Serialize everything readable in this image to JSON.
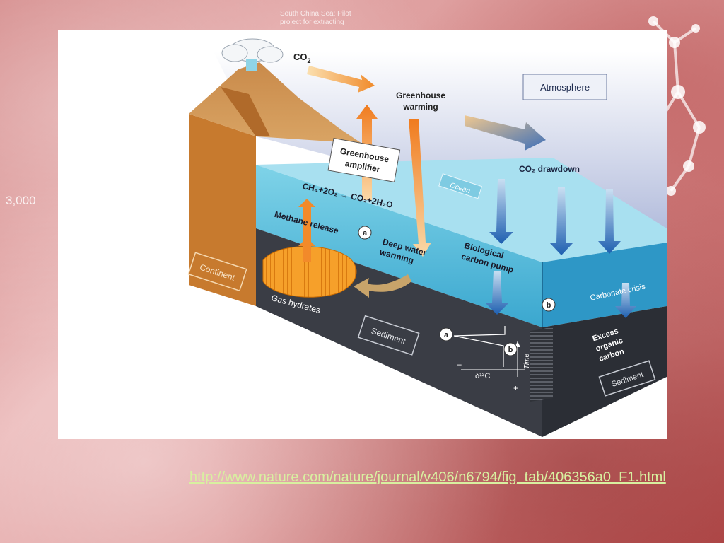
{
  "background": {
    "caption_line1": "South China Sea: Pilot",
    "caption_line2": "project for extracting",
    "side_number": "3,000"
  },
  "diagram": {
    "co2_label": "CO",
    "co2_sub": "2",
    "atmosphere": "Atmosphere",
    "greenhouse_warming_1": "Greenhouse",
    "greenhouse_warming_2": "warming",
    "greenhouse_amplifier_1": "Greenhouse",
    "greenhouse_amplifier_2": "amplifier",
    "co2_drawdown": "CO₂ drawdown",
    "ocean": "Ocean",
    "reaction": "CH₄+2O₂ → CO₂+2H₂O",
    "marker_a": "a",
    "marker_b": "b",
    "methane_release": "Methane release",
    "deep_water_1": "Deep water",
    "deep_water_2": "warming",
    "biological_1": "Biological",
    "biological_2": "carbon pump",
    "carbonate_crisis": "Carbonate crisis",
    "continent": "Continent",
    "gas_hydrates": "Gas hydrates",
    "sediment_left": "Sediment",
    "sediment_right": "Sediment",
    "excess_1": "Excess",
    "excess_2": "organic",
    "excess_3": "carbon",
    "inset_a": "a",
    "inset_b": "b",
    "minus": "–",
    "plus": "+",
    "delta13c": "δ¹³C",
    "time": "Time"
  },
  "link": {
    "text": "http://www.nature.com/nature/journal/v406/n6794/fig_tab/406356a0_F1.html"
  }
}
